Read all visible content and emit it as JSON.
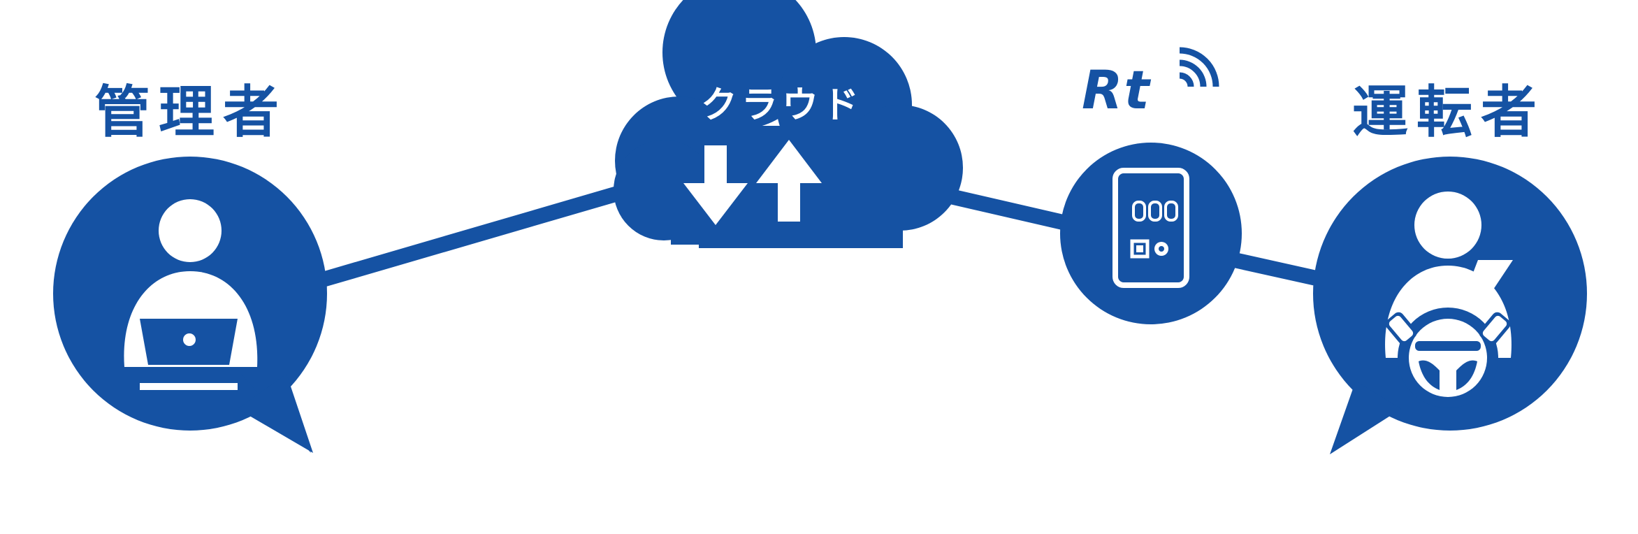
{
  "labels": {
    "admin": "管理者",
    "cloud": "クラウド",
    "device": "Rt",
    "driver": "運転者"
  },
  "device_screen": {
    "digits": "000"
  },
  "icons": {
    "admin": "person-with-laptop-icon",
    "cloud": "cloud-upload-download-icon",
    "device": "handheld-device-icon",
    "driver": "person-driving-steering-wheel-icon",
    "wireless": "wireless-signal-icon"
  },
  "colors": {
    "primary": "#1552a3",
    "background": "#ffffff",
    "icon": "#ffffff"
  }
}
